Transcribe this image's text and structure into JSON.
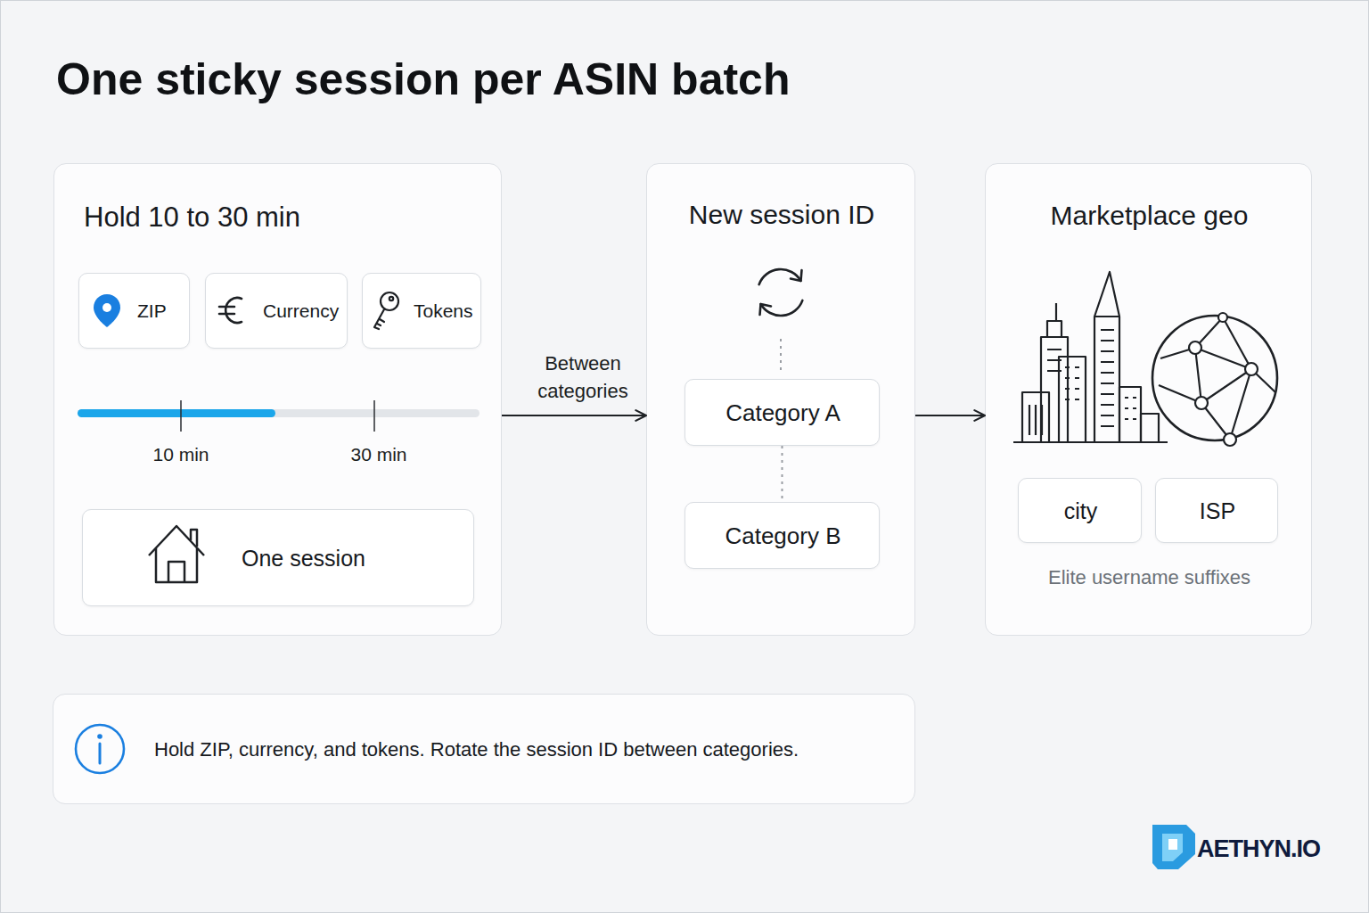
{
  "diagram": {
    "title": "One sticky session per ASIN batch",
    "nodes": [
      {
        "text": [
          "Hold 10 to 30 min"
        ]
      },
      {
        "text": [
          "ZIP"
        ],
        "in": 0
      },
      {
        "text": [
          "Currency"
        ],
        "in": 0
      },
      {
        "text": [
          "Tokens"
        ],
        "in": 0
      },
      {
        "text": [
          "One session"
        ],
        "in": 0
      },
      {
        "text": [
          "New session ID"
        ]
      },
      {
        "text": [
          "Category A"
        ],
        "in": 5
      },
      {
        "text": [
          "Category B"
        ],
        "in": 5
      },
      {
        "text": [
          "Marketplace geo",
          "Elite username suffixes"
        ]
      },
      {
        "text": [
          "city"
        ],
        "in": 8
      },
      {
        "text": [
          "ISP"
        ],
        "in": 8
      },
      {
        "text": [
          "Hold ZIP, currency, and tokens. Rotate the session ID between categories."
        ]
      }
    ],
    "edges": [
      {
        "from": 0,
        "to": 5,
        "arrow": "to",
        "label": "Between categories"
      },
      {
        "from": 5,
        "to": 8,
        "arrow": "to"
      },
      {
        "from": 6,
        "to": 7,
        "arrow": "none"
      }
    ],
    "labels": [
      "10 min",
      "30 min",
      "AETHYN.IO"
    ]
  }
}
